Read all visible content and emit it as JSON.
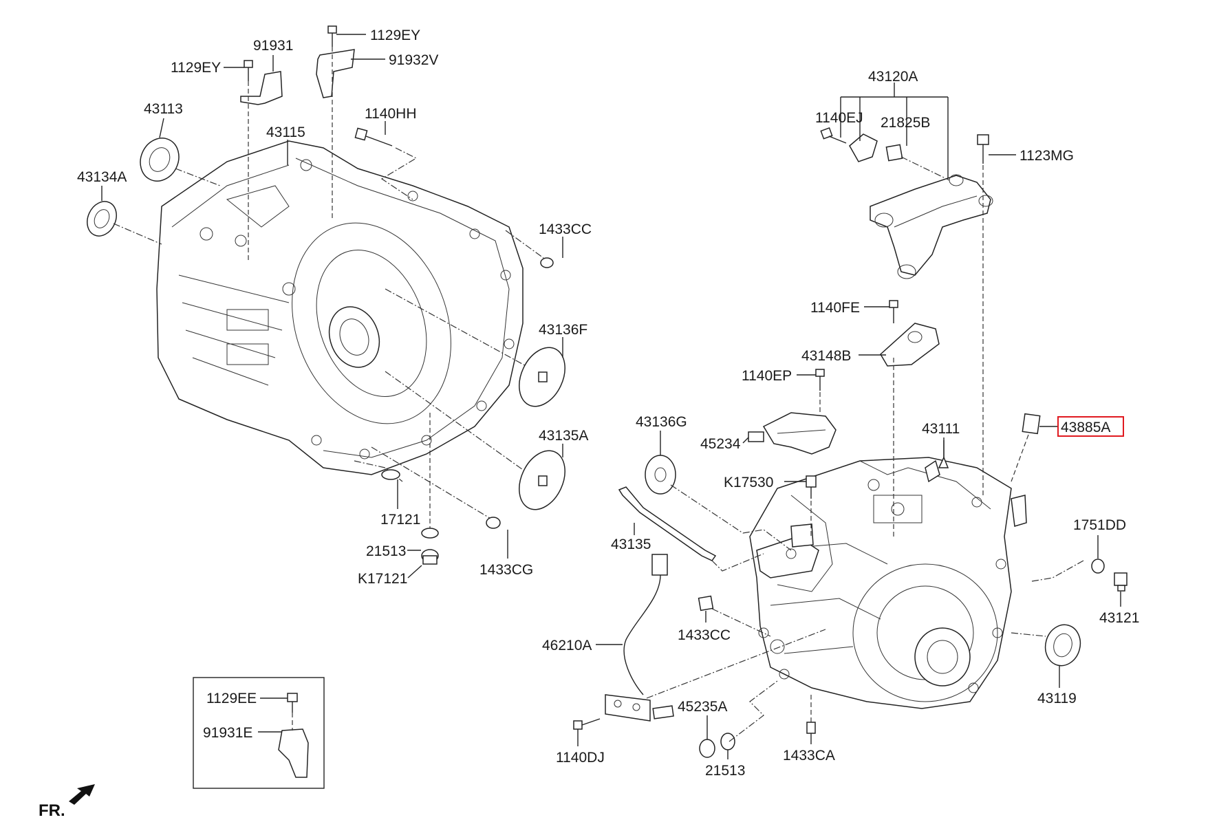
{
  "parts": {
    "p1129EY_a": "1129EY",
    "p91931": "91931",
    "p1129EY_b": "1129EY",
    "p91932V": "91932V",
    "p43113": "43113",
    "p1140HH": "1140HH",
    "p43115": "43115",
    "p43134A": "43134A",
    "p1433CC_a": "1433CC",
    "p43136F": "43136F",
    "p43135A": "43135A",
    "p17121": "17121",
    "p21513_a": "21513",
    "pK17121": "K17121",
    "p1433CG": "1433CG",
    "p43120A": "43120A",
    "p1140EJ": "1140EJ",
    "p21825B": "21825B",
    "p1123MG": "1123MG",
    "p1140FE": "1140FE",
    "p43148B": "43148B",
    "p1140EP": "1140EP",
    "p43136G": "43136G",
    "p45234": "45234",
    "p43111": "43111",
    "p43885A": "43885A",
    "pK17530": "K17530",
    "p43135": "43135",
    "p1751DD": "1751DD",
    "p43121": "43121",
    "p1433CC_b": "1433CC",
    "p46210A": "46210A",
    "p43119": "43119",
    "p45235A": "45235A",
    "p1140DJ": "1140DJ",
    "p21513_b": "21513",
    "p1433CA": "1433CA",
    "p1129EE": "1129EE",
    "p91931E": "91931E"
  },
  "front_marker": "FR.",
  "highlight_color": "#e0191f"
}
